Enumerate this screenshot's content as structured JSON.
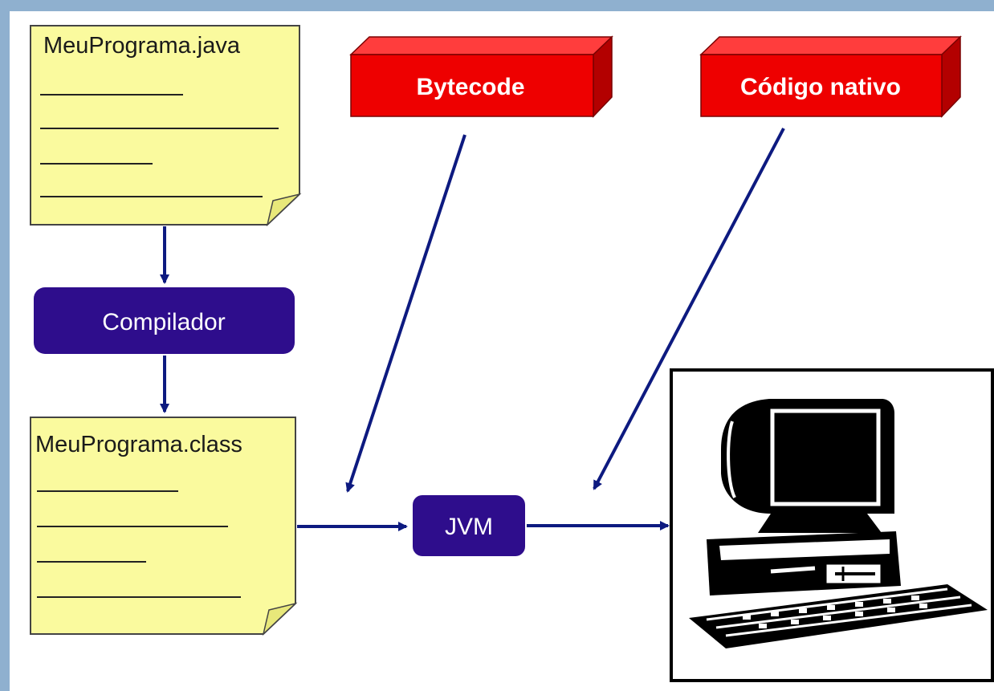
{
  "diagram": {
    "source_file": "MeuPrograma.java",
    "compiler": "Compilador",
    "class_file": "MeuPrograma.class",
    "bytecode": "Bytecode",
    "native_code": "Código nativo",
    "jvm": "JVM"
  },
  "colors": {
    "frame": "#8fb0cf",
    "doc_fill": "#fafa9e",
    "node_fill": "#2e0d8c",
    "red_front": "#ee0000",
    "red_top": "#ff3d3d",
    "red_side": "#b30000",
    "arrow": "#0d1a80",
    "computer_frame": "#000000"
  },
  "icons": {
    "computer": "desktop-computer-icon"
  }
}
